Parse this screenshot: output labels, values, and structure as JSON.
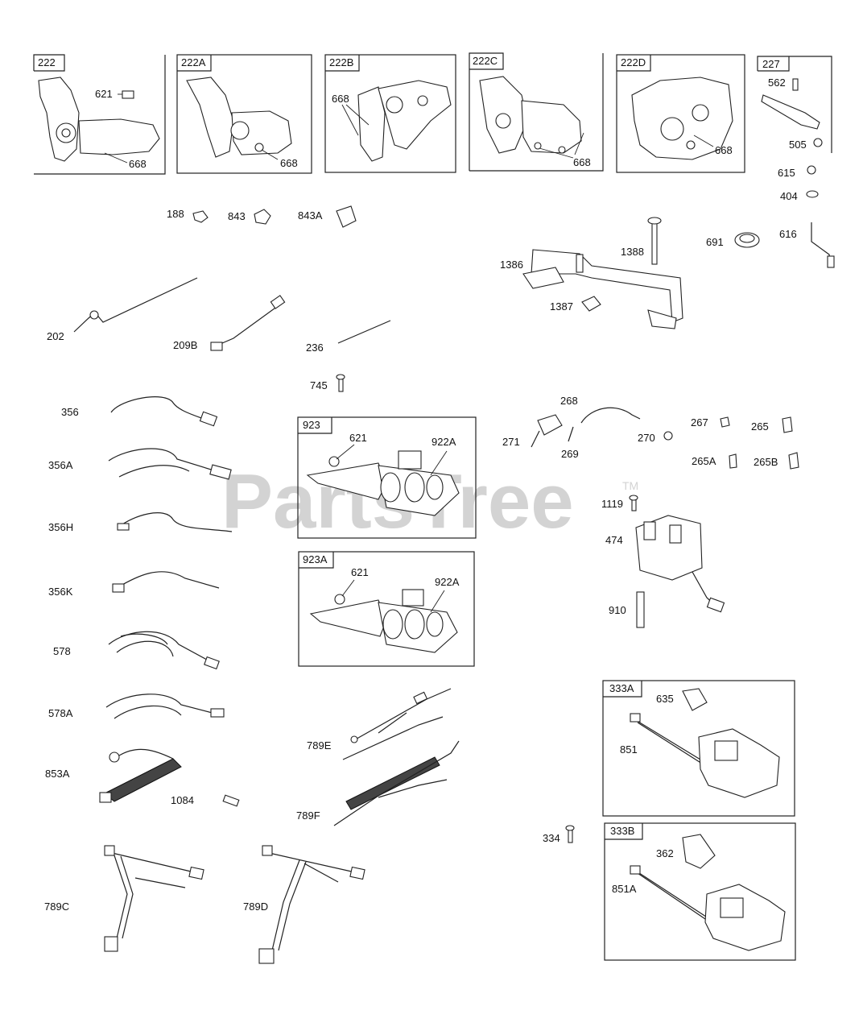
{
  "watermark": {
    "text": "PartsTree",
    "trademark": "TM"
  },
  "group_boxes": [
    {
      "id": "222",
      "label": "222"
    },
    {
      "id": "222A",
      "label": "222A"
    },
    {
      "id": "222B",
      "label": "222B"
    },
    {
      "id": "222C",
      "label": "222C"
    },
    {
      "id": "222D",
      "label": "222D"
    },
    {
      "id": "227",
      "label": "227"
    },
    {
      "id": "923",
      "label": "923"
    },
    {
      "id": "923A",
      "label": "923A"
    },
    {
      "id": "333A",
      "label": "333A"
    },
    {
      "id": "333B",
      "label": "333B"
    }
  ],
  "callouts": {
    "p621_222": "621",
    "p668_222": "668",
    "p668_222A": "668",
    "p668_222B": "668",
    "p668_222C": "668",
    "p668_222D": "668",
    "p562": "562",
    "p505": "505",
    "p615": "615",
    "p404": "404",
    "p616": "616",
    "p188": "188",
    "p843": "843",
    "p843A": "843A",
    "p691": "691",
    "p1388": "1388",
    "p1386": "1386",
    "p1387": "1387",
    "p202": "202",
    "p209B": "209B",
    "p236": "236",
    "p745": "745",
    "p356": "356",
    "p356A": "356A",
    "p356H": "356H",
    "p356K": "356K",
    "p578": "578",
    "p578A": "578A",
    "p853A": "853A",
    "p1084": "1084",
    "p621_923": "621",
    "p922A_923": "922A",
    "p621_923A": "621",
    "p922A_923A": "922A",
    "p268": "268",
    "p271": "271",
    "p269": "269",
    "p270": "270",
    "p267": "267",
    "p265": "265",
    "p265A": "265A",
    "p265B": "265B",
    "p1119": "1119",
    "p474": "474",
    "p910": "910",
    "p789E": "789E",
    "p789F": "789F",
    "p789C": "789C",
    "p789D": "789D",
    "p635": "635",
    "p851": "851",
    "p334": "334",
    "p362": "362",
    "p851A": "851A"
  }
}
